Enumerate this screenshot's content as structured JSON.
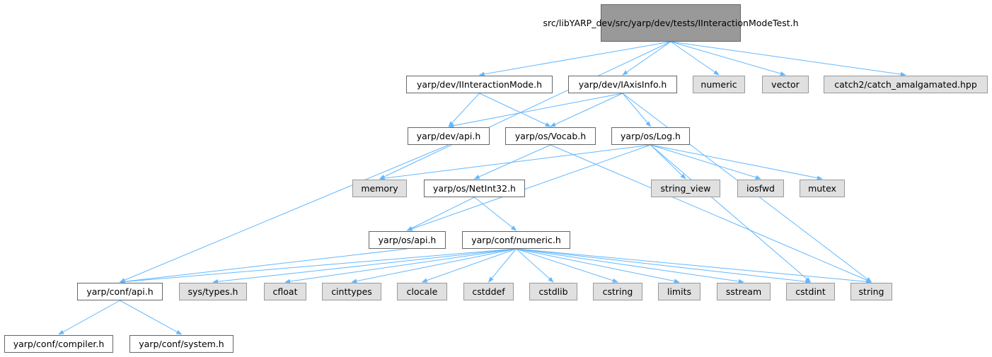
{
  "root": {
    "lines": [
      "src/libYARP_dev/src",
      "/yarp/dev/tests/IInteraction",
      "ModeTest.h"
    ]
  },
  "nodes": {
    "iinteractionmode": "yarp/dev/IInteractionMode.h",
    "iaxisinfo": "yarp/dev/IAxisInfo.h",
    "numeric": "numeric",
    "vector": "vector",
    "catch2": "catch2/catch_amalgamated.hpp",
    "dev_api": "yarp/dev/api.h",
    "vocab": "yarp/os/Vocab.h",
    "log": "yarp/os/Log.h",
    "memory": "memory",
    "netint32": "yarp/os/NetInt32.h",
    "string_view": "string_view",
    "iosfwd": "iosfwd",
    "mutex": "mutex",
    "os_api": "yarp/os/api.h",
    "conf_numeric": "yarp/conf/numeric.h",
    "conf_api": "yarp/conf/api.h",
    "sys_types": "sys/types.h",
    "cfloat": "cfloat",
    "cinttypes": "cinttypes",
    "clocale": "clocale",
    "cstddef": "cstddef",
    "cstdlib": "cstdlib",
    "cstring": "cstring",
    "limits": "limits",
    "sstream": "sstream",
    "cstdint": "cstdint",
    "string": "string",
    "compiler": "yarp/conf/compiler.h",
    "system": "yarp/conf/system.h"
  },
  "edges": [
    [
      "root",
      "memory"
    ],
    [
      "root",
      "iinteractionmode"
    ],
    [
      "root",
      "iaxisinfo"
    ],
    [
      "root",
      "numeric"
    ],
    [
      "root",
      "vector"
    ],
    [
      "root",
      "catch2"
    ],
    [
      "iinteractionmode",
      "dev_api"
    ],
    [
      "iinteractionmode",
      "vocab"
    ],
    [
      "iaxisinfo",
      "dev_api"
    ],
    [
      "iaxisinfo",
      "vocab"
    ],
    [
      "iaxisinfo",
      "log"
    ],
    [
      "iaxisinfo",
      "string"
    ],
    [
      "dev_api",
      "conf_api"
    ],
    [
      "vocab",
      "netint32"
    ],
    [
      "vocab",
      "string"
    ],
    [
      "log",
      "memory"
    ],
    [
      "log",
      "os_api"
    ],
    [
      "log",
      "string_view"
    ],
    [
      "log",
      "iosfwd"
    ],
    [
      "log",
      "mutex"
    ],
    [
      "log",
      "cstdint"
    ],
    [
      "netint32",
      "os_api"
    ],
    [
      "netint32",
      "conf_numeric"
    ],
    [
      "os_api",
      "conf_api"
    ],
    [
      "conf_numeric",
      "conf_api"
    ],
    [
      "conf_numeric",
      "sys_types"
    ],
    [
      "conf_numeric",
      "cfloat"
    ],
    [
      "conf_numeric",
      "cinttypes"
    ],
    [
      "conf_numeric",
      "clocale"
    ],
    [
      "conf_numeric",
      "cstddef"
    ],
    [
      "conf_numeric",
      "cstdlib"
    ],
    [
      "conf_numeric",
      "cstring"
    ],
    [
      "conf_numeric",
      "limits"
    ],
    [
      "conf_numeric",
      "sstream"
    ],
    [
      "conf_numeric",
      "cstdint"
    ],
    [
      "conf_numeric",
      "string"
    ],
    [
      "conf_api",
      "compiler"
    ],
    [
      "conf_api",
      "system"
    ]
  ],
  "colors": {
    "edge": "#63b8ff",
    "root_fill": "#999999",
    "header_fill": "#ffffff",
    "system_fill": "#e0e0e0",
    "border": "#666666"
  }
}
